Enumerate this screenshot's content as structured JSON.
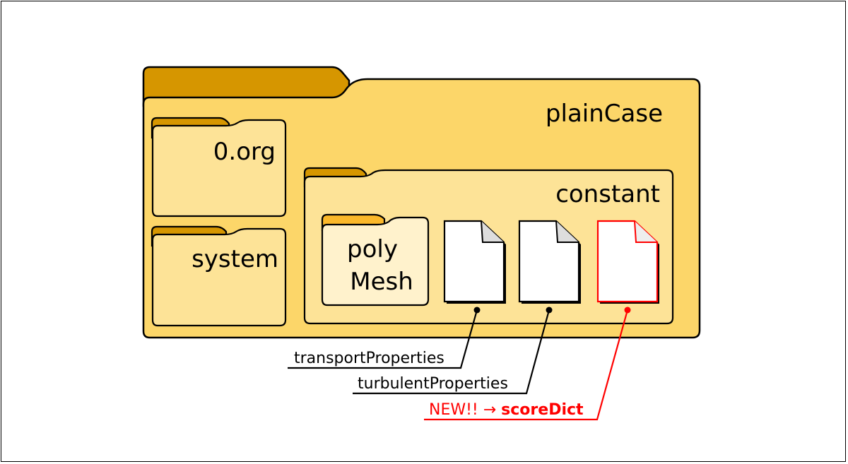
{
  "diagram": {
    "root_folder": {
      "name": "plainCase"
    },
    "folders": [
      {
        "name": "0.org"
      },
      {
        "name": "system"
      },
      {
        "name": "constant"
      }
    ],
    "subfolder": {
      "name_line1": "poly",
      "name_line2": "Mesh"
    },
    "files": [
      {
        "label": "transportProperties",
        "highlight": false
      },
      {
        "label": "turbulentProperties",
        "highlight": false
      },
      {
        "label_prefix": "NEW!! → ",
        "label_name": "scoreDict",
        "highlight": true
      }
    ],
    "colors": {
      "root_fill": "#fcd669",
      "tab_fill": "#d69600",
      "sub_fill": "#fde397",
      "inner_fill": "#fff2cc",
      "inner_tab": "#fbb82a",
      "highlight": "#ff0000"
    }
  }
}
